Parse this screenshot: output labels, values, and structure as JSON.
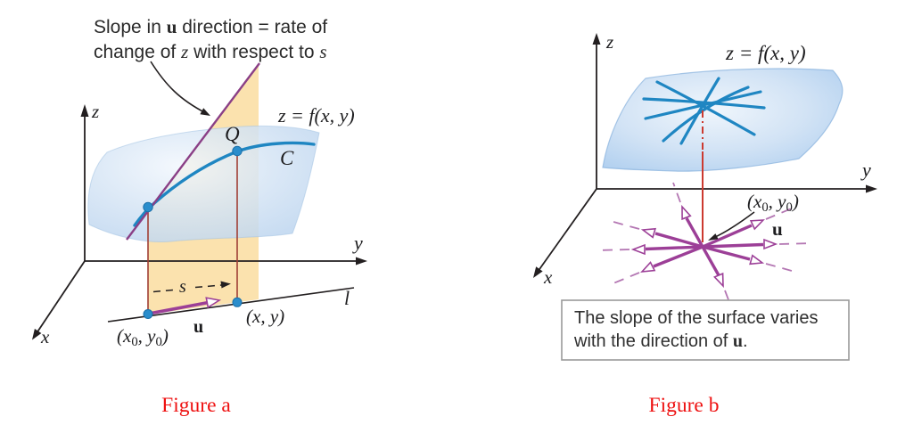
{
  "colors": {
    "background": "#ffffff",
    "axis_black": "#231f20",
    "surface_fill": "#c3d9ef",
    "surface_highlight": "#f2f7fd",
    "plane_orange": "#fbe2ae",
    "curve_teal": "#1f86c2",
    "point_blue": "#2a8dcc",
    "tangent_purple": "#8a3f86",
    "vector_purple": "#9c3f97",
    "vector_purple_light": "#b477b3",
    "drop_line_red_a": "#a03f36",
    "drop_line_red_b": "#cc3a30",
    "caption_red": "#ee1111",
    "note_border": "#9a9a9a"
  },
  "figure_a": {
    "caption": "Figure a",
    "annotation_line1": [
      "Slope in ",
      "u",
      " direction = rate of"
    ],
    "annotation_line2": [
      "change of ",
      "z",
      " with respect to ",
      "s"
    ],
    "surface_label": "z = f(x, y)",
    "axis_z_label": "z",
    "axis_y_label": "y",
    "axis_x_label": "x",
    "point_q_label": "Q",
    "curve_label": "C",
    "line_label": "l",
    "s_label": "s",
    "u_label": "u",
    "point_xy0_parts": [
      "(x",
      "0",
      ", y",
      "0",
      ")"
    ],
    "point_xy_label": "(x, y)"
  },
  "figure_b": {
    "caption": "Figure b",
    "surface_label": "z = f(x, y)",
    "axis_z_label": "z",
    "axis_y_label": "y",
    "axis_x_label": "x",
    "point_xy0_parts": [
      "(x",
      "0",
      ", y",
      "0",
      ")"
    ],
    "u_label": "u",
    "note_line1": "The slope of the surface varies",
    "note_line2": [
      "with the direction of ",
      "u",
      "."
    ]
  }
}
